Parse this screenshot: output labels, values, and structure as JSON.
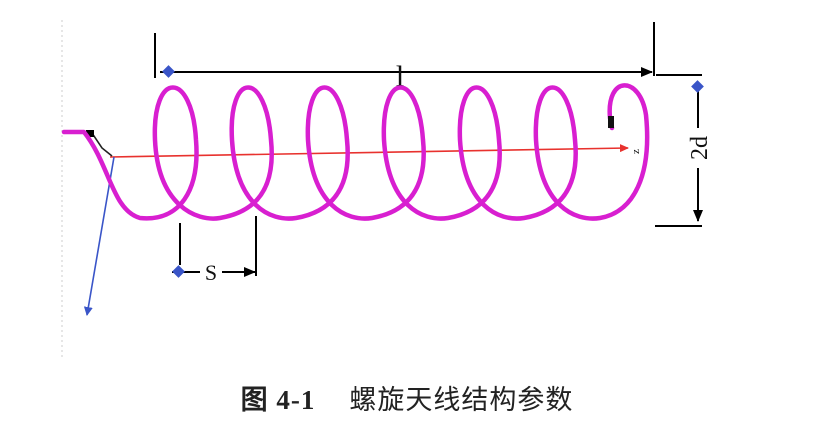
{
  "diagram": {
    "labels": {
      "length": "l",
      "spacing": "S",
      "diameter": "2d",
      "axis": "z"
    },
    "colors": {
      "helix": "#d81fd0",
      "axis": "#e8322e",
      "vector": "#3a55c8",
      "dimension": "#000000"
    },
    "turns": 7
  },
  "caption": {
    "number": "图 4-1",
    "title": "螺旋天线结构参数"
  }
}
